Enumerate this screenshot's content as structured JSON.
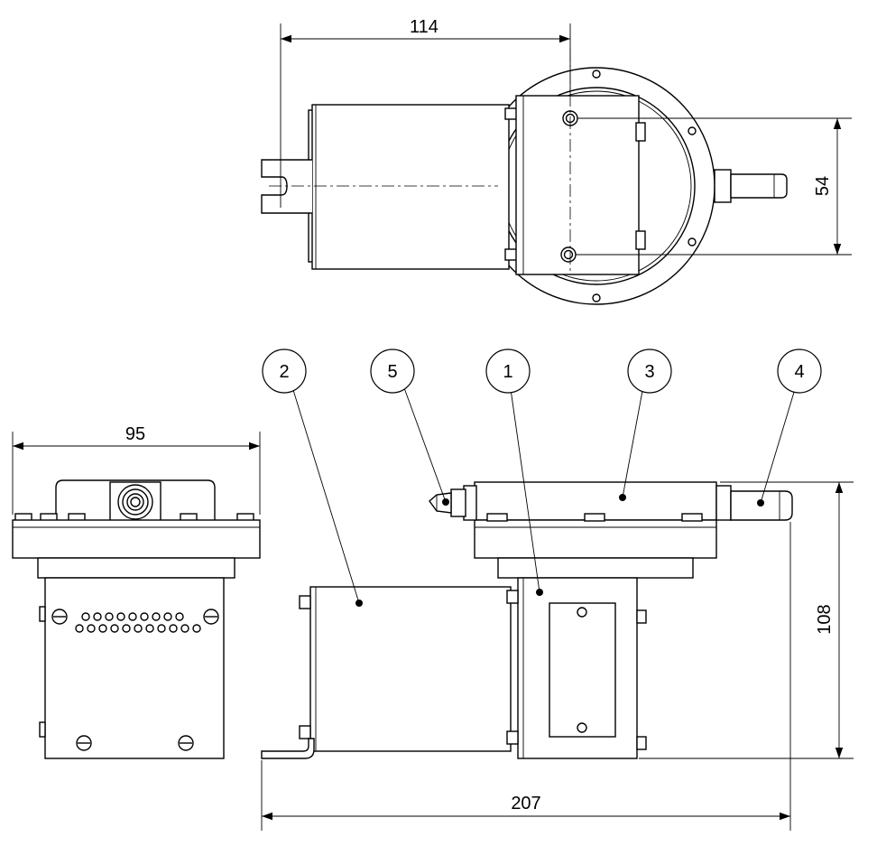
{
  "dimensions": {
    "top_width": "114",
    "top_height": "54",
    "side_width": "95",
    "front_width": "207",
    "front_height": "108"
  },
  "balloons": [
    {
      "id": "balloon-2",
      "label": "2"
    },
    {
      "id": "balloon-5",
      "label": "5"
    },
    {
      "id": "balloon-1",
      "label": "1"
    },
    {
      "id": "balloon-3",
      "label": "3"
    },
    {
      "id": "balloon-4",
      "label": "4"
    }
  ]
}
